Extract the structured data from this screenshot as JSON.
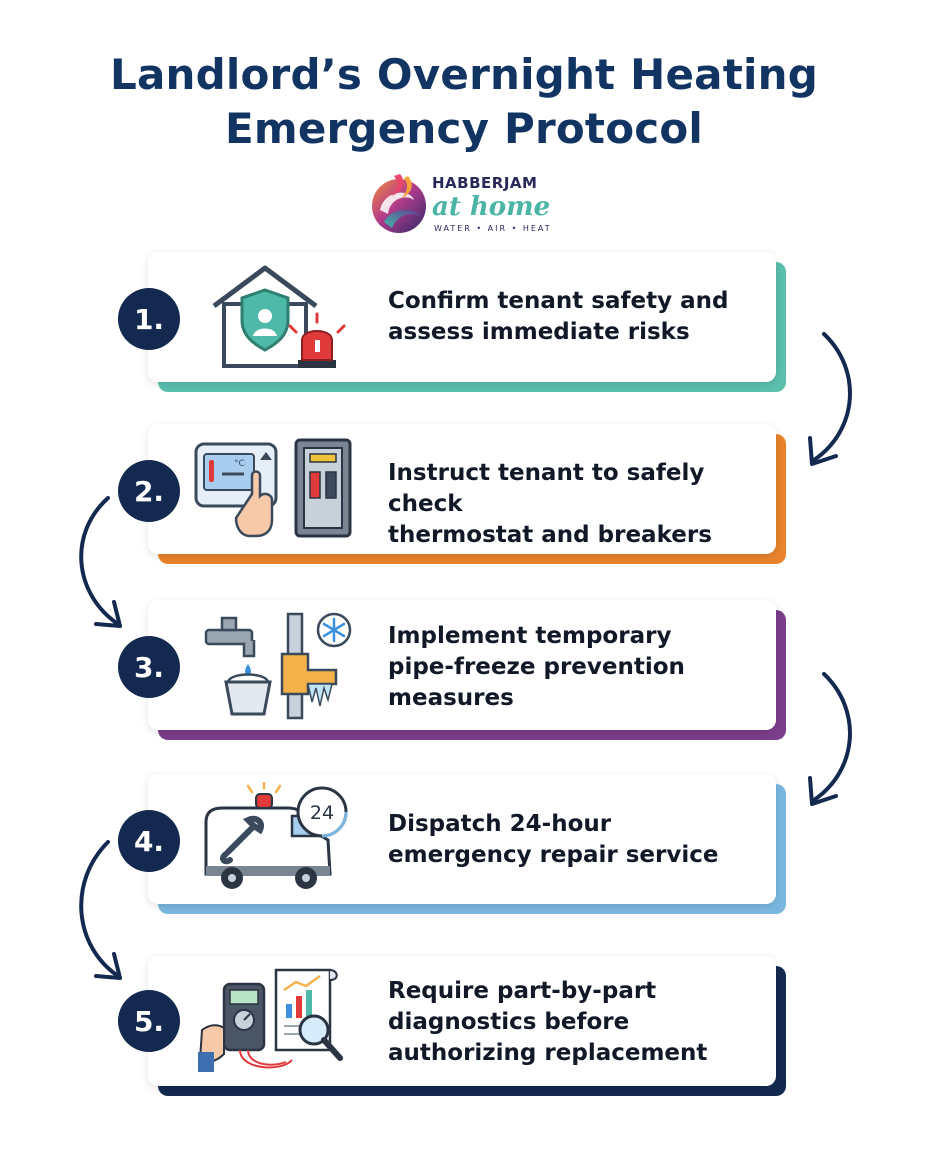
{
  "title": {
    "line1": "Landlord’s Overnight Heating",
    "line2": "Emergency Protocol"
  },
  "brand": {
    "name": "HABBERJAM",
    "script": "at home",
    "tagline": "WATER • AIR • HEAT",
    "colors": {
      "teal": "#4ab5a4",
      "purple": "#6c3b8f",
      "orange": "#e58a2e",
      "navy": "#28285a"
    }
  },
  "steps": [
    {
      "number": "1.",
      "text_lines": [
        "Confirm tenant safety and",
        "assess immediate risks"
      ],
      "accent": "#5bbfae",
      "icon": "house-shield-alarm-icon"
    },
    {
      "number": "2.",
      "text_lines": [
        "Instruct tenant to safely check",
        "thermostat and breakers"
      ],
      "accent": "#e8832c",
      "icon": "thermostat-breaker-icon",
      "thermostat_unit": "°C"
    },
    {
      "number": "3.",
      "text_lines": [
        "Implement temporary",
        "pipe-freeze prevention",
        "measures"
      ],
      "accent": "#7b3d8c",
      "icon": "faucet-pipe-snowflake-icon"
    },
    {
      "number": "4.",
      "text_lines": [
        "Dispatch 24-hour",
        "emergency repair service"
      ],
      "accent": "#7ab7e0",
      "icon": "repair-van-24-icon",
      "clock_label": "24"
    },
    {
      "number": "5.",
      "text_lines": [
        "Require part-by-part",
        "diagnostics before",
        "authorizing replacement"
      ],
      "accent": "#13294f",
      "icon": "multimeter-report-icon"
    }
  ],
  "colors": {
    "title": "#123462",
    "badge": "#13294f",
    "arrow": "#13294f"
  }
}
